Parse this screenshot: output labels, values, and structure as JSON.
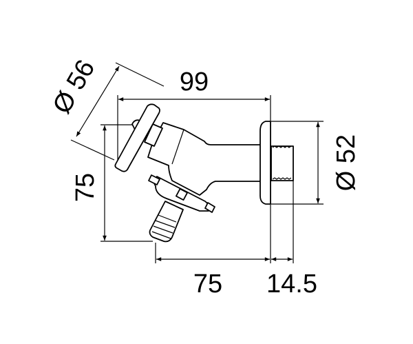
{
  "drawing": {
    "dimensions": {
      "handle_diameter": "Ø 56",
      "overall_length": "99",
      "flange_diameter": "Ø 52",
      "outlet_height": "75",
      "outlet_offset": "75",
      "thread_length": "14.5"
    }
  }
}
